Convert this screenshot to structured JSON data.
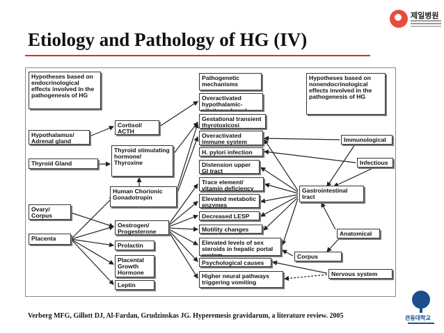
{
  "slide": {
    "title": "Etiology and Pathology of  HG (IV)",
    "citation": "Verberg MFG, Gillott DJ, Al-Fardan, Grudzinskas JG. Hyperemesis gravidarum, a literature review. 2005"
  },
  "logos": {
    "top_name": "제일병원",
    "bottom_name": "관동대학교"
  },
  "boxes": {
    "hyp_endo": "Hypotheses based on endocrinological effects involved in the pathogenesis of HG",
    "hypothalamus": "Hypothalamus/ Adrenal gland",
    "thyroid_gland": "Thyroid Gland",
    "ovary": "Ovary/ Corpus Luteum",
    "placenta": "Placenta",
    "cortisol": "Cortisol/ ACTH",
    "tsh": "Thyroid stimulating hormone/ Thyroxine",
    "hcg": "Human Chorionic Gonadotropin",
    "oestrogen": "Oestrogen/ Progesterone",
    "prolactin": "Prolactin",
    "pgh": "Placental Growth Hormone",
    "leptin": "Leptin",
    "pathogenetic": "Pathogenetic mechanisms",
    "hpa": "Overactivated hypothalamic-pituitaryadrenal",
    "gtt": "Gestational transient thyrotoxicosi",
    "immune": "Overactivated immune system",
    "hpylori": "H. pylori infection",
    "distension": "Distension upper GI tract",
    "trace": "Trace element/ vitamin deficiency",
    "metabolic": "Elevated metabolic enzymes",
    "lesp": "Decreased LESP",
    "motility": "Motility changes",
    "steroids": "Elevated levels of sex steroids in hepatic portal system",
    "psych": "Psychological causes",
    "neural": "Higher neural pathways triggering vomiting",
    "hyp_nonendo": "Hypotheses based on nonendocrinological effects involved in the pathogenesis of HG",
    "immunological": "Immunological",
    "infectious": "Infectious",
    "gi_tract": "Gastrointestinal tract",
    "anatomical": "Anatomical",
    "corpus_luteum": "Corpus luteum",
    "nervous": "Nervous system"
  }
}
